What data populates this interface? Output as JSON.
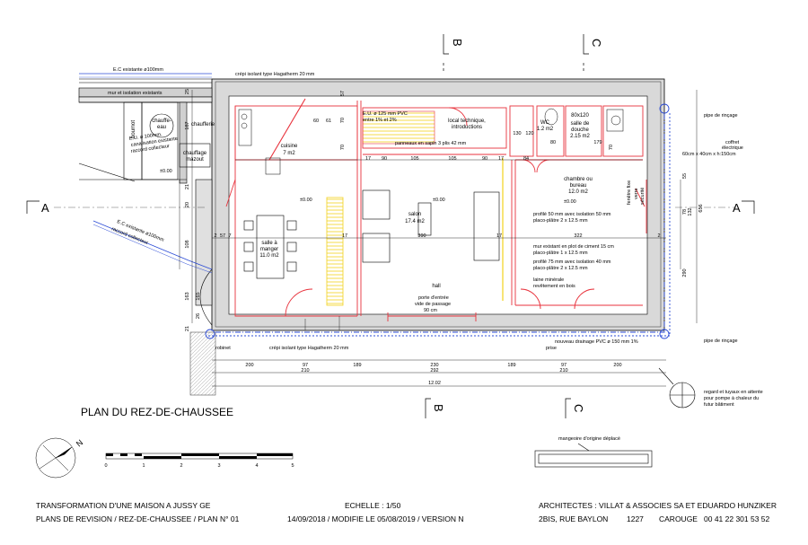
{
  "plan_title": "PLAN DU REZ-DE-CHAUSSEE",
  "sections": {
    "a_left": "A",
    "a_right": "A",
    "b": "B",
    "c": "C"
  },
  "north": "N",
  "scale_bar": [
    "0",
    "1",
    "2",
    "3",
    "4",
    "5"
  ],
  "rooms": {
    "cuisine": {
      "name": "cuisine",
      "area": "7 m2"
    },
    "salle_manger": {
      "name": "salle à",
      "name2": "manger",
      "area": "11.0 m2"
    },
    "salon": {
      "name": "salon",
      "area": "17.4 m2"
    },
    "chambre": {
      "name": "chambre ou",
      "name2": "bureau",
      "area": "12.0 m2"
    },
    "wc": {
      "name": "WC",
      "area": "1.2 m2"
    },
    "sdb": {
      "size": "80x120",
      "name": "salle de",
      "name2": "douche",
      "area": "2.15 m2"
    },
    "local": {
      "name": "local technique,",
      "name2": "introductions"
    },
    "hall": {
      "name": "hall"
    },
    "chauffe_eau": {
      "name": "chauffe-",
      "name2": "eau"
    },
    "chaufferie": "chaufferie",
    "chauffage": {
      "name": "chauffage",
      "name2": "mazout"
    },
    "houmot": "houmot"
  },
  "notes": {
    "ec_top": "E.C existante ø100mm",
    "crepi_top": "crépi isolant type Hagatherm 20 mm",
    "mur_existants": "mur et isolation existants",
    "eu_left": "E.U. ø 100mm,",
    "eu_left2": "canalisation existante",
    "eu_left3": "raccord collecteur",
    "eu_pvc": "E.U. ø 125 mm PVC",
    "eu_pvc2": "entre 1% et 2%",
    "panneaux": "panneaux en sapin 3 plis 42 mm",
    "pipe_top": "pipe de rinçage",
    "coffret": "coffret",
    "coffret2": "électrique",
    "coffret3": "60cm x 40cm x h:150cm",
    "profile50": "profilé 50 mm avec isolation 50 mm",
    "profile50b": "placo-plâtre 2 x 12.5 mm",
    "mur_plot": "mur existant en plot de ciment 15 cm",
    "mur_plot2": "placo-plâtre 1 x 12.5 mm",
    "profile75": "profilé 75 mm avec isolation 40 mm",
    "profile75b": "placo-plâtre 2 x 12.5 mm",
    "laine": "laine minérale",
    "laine2": "revêtement en bois",
    "porte": "porte d'entrée",
    "porte2": "vide de passage",
    "porte3": "90 cm",
    "ec_diag": "E.C existante ø100mm",
    "ec_diag2": "raccord collecteur",
    "robinet": "robinet",
    "crepi_bottom": "crépi isolant type Hagatherm 20 mm",
    "drainage": "nouveau drainage PVC ø 150 mm 1%",
    "pipe_bottom": "pipe de rinçage",
    "prise": "prise",
    "regard": "regard et tuyaux en attente",
    "regard2": "pour pompe à chaleur du",
    "regard3": "futur bâtiment",
    "mangeoire": "mangeoire d'origine déplacé",
    "fenetre": "fenêtre fixe",
    "fenetre2": "verre",
    "fenetre3": "sécurité",
    "level1": "±0.00",
    "level2": "±0.00",
    "level3": "±0.00",
    "level4": "±0.00"
  },
  "dims": {
    "bottom_row1": [
      "200",
      "97",
      "189",
      "230",
      "189",
      "97",
      "200"
    ],
    "bottom_row2": [
      "210",
      "292",
      "210"
    ],
    "total": "12.02",
    "top_row": [
      "17",
      "90",
      "105",
      "105",
      "90",
      "17",
      "84"
    ],
    "mid_row": [
      "2",
      "57",
      "7",
      "17",
      "390",
      "17",
      "322",
      "2"
    ],
    "right_vert": [
      "656",
      "290",
      "78",
      "132",
      "55"
    ],
    "left_vert": [
      "187",
      "25",
      "21",
      "20",
      "108",
      "163",
      "21"
    ],
    "small": [
      "60",
      "61",
      "70",
      "70",
      "57",
      "130",
      "120",
      "80",
      "179",
      "70",
      "165",
      "26"
    ]
  },
  "title_block": {
    "project": "TRANSFORMATION D'UNE MAISON A JUSSY GE",
    "plans": "PLANS DE REVISION  /  REZ-DE-CHAUSSEE / PLAN N° 01",
    "echelle": "ECHELLE : 1/50",
    "date": "14/09/2018 / MODIFIE LE 05/08/2019 / VERSION N",
    "architects": "ARCHITECTES : VILLAT & ASSOCIES SA ET EDUARDO HUNZIKER",
    "address": "2BIS, RUE BAYLON",
    "postal": "1227",
    "city": "CAROUGE",
    "phone": "00 41 22 301 53 52"
  },
  "colors": {
    "red": "#e8323c",
    "blue": "#2b4bd6",
    "yellow": "#f2d21c",
    "grey": "#d9d9d9"
  }
}
